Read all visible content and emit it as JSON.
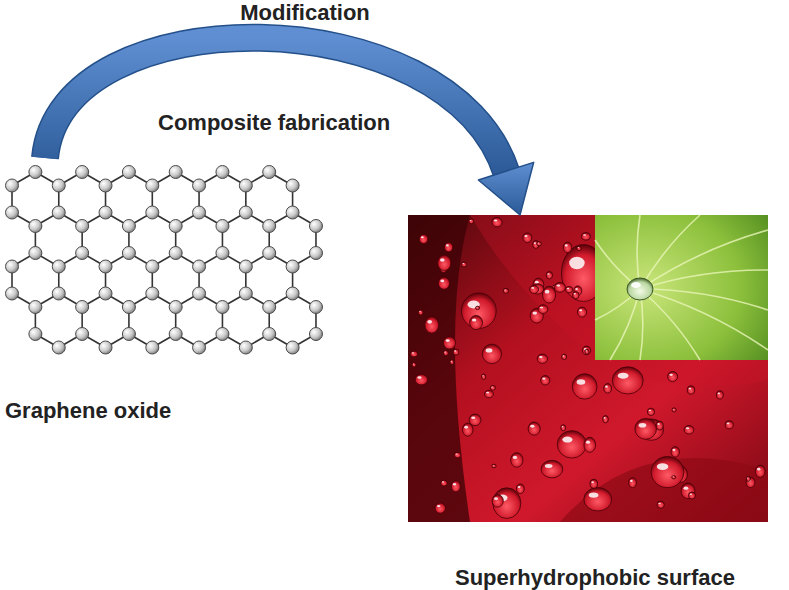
{
  "diagram": {
    "nodes": [
      {
        "text": [
          "Graphene oxide"
        ]
      },
      {
        "text": [
          "Superhydrophobic surface"
        ]
      }
    ],
    "edges": [
      {
        "from": 0,
        "to": 1,
        "arrow": "to"
      }
    ],
    "labels": [
      "Modification",
      "Composite fabrication"
    ]
  }
}
